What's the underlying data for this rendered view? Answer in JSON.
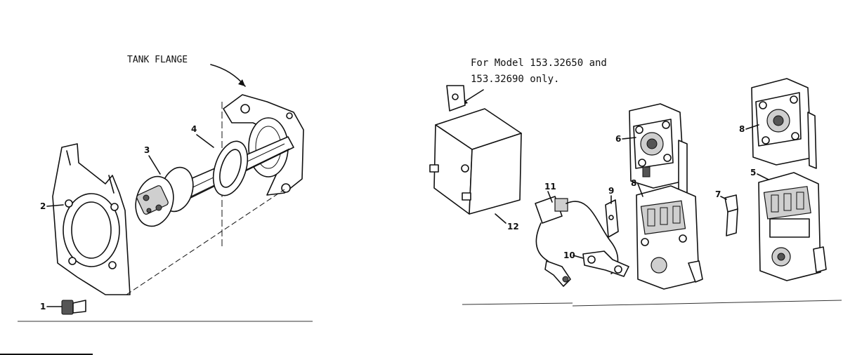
{
  "left_panel": {
    "title": "TANK FLANGE",
    "callouts": [
      "1",
      "2",
      "3",
      "4"
    ]
  },
  "right_panel": {
    "note_line1": "For Model 153.32650 and",
    "note_line2": "153.32690 only.",
    "callouts": [
      "5",
      "6",
      "7",
      "8",
      "9",
      "10",
      "11",
      "12"
    ]
  }
}
